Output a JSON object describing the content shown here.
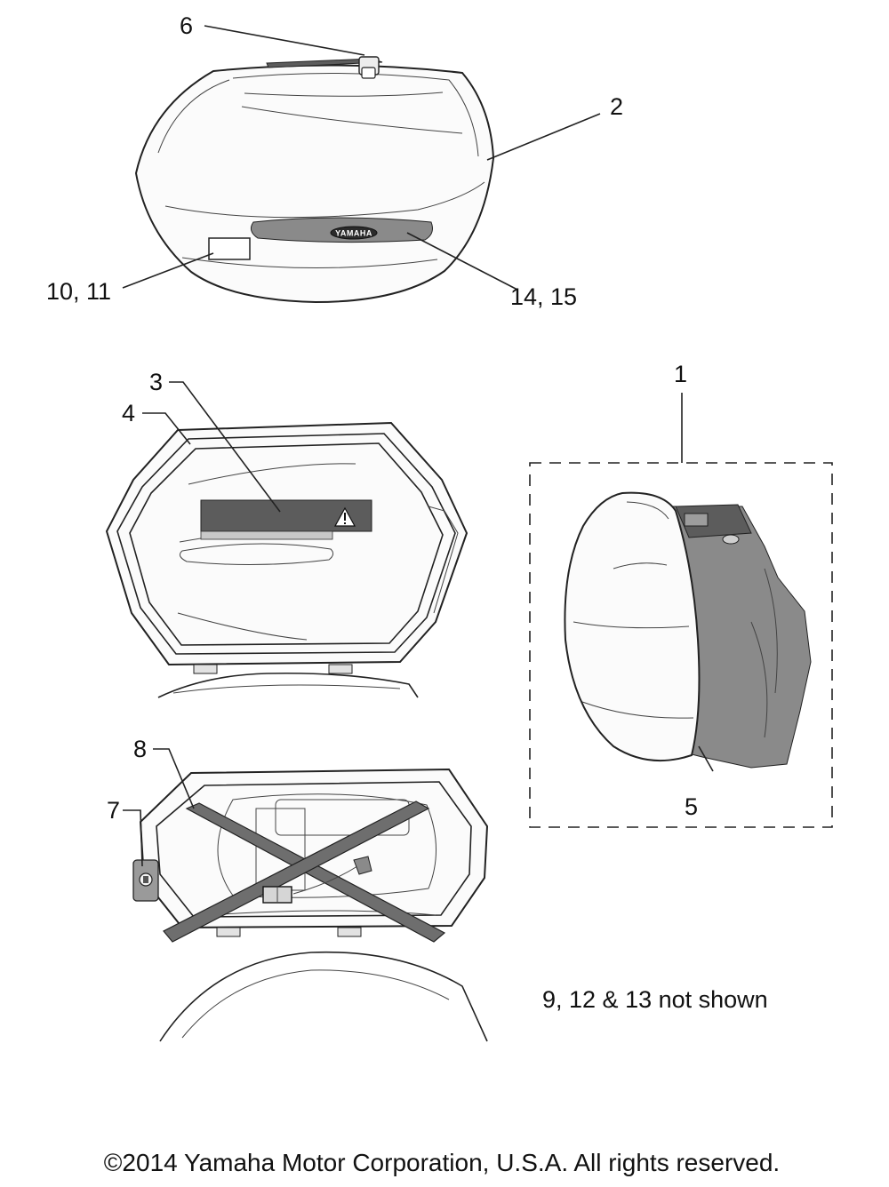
{
  "callouts": {
    "c1": "1",
    "c2": "2",
    "c3": "3",
    "c4": "4",
    "c5": "5",
    "c6": "6",
    "c7": "7",
    "c8": "8",
    "c10_11": "10, 11",
    "c14_15": "14, 15"
  },
  "logo": "YAMAHA",
  "note": "9, 12 & 13 not shown",
  "copyright": "©2014 Yamaha Motor Corporation, U.S.A. All rights reserved."
}
